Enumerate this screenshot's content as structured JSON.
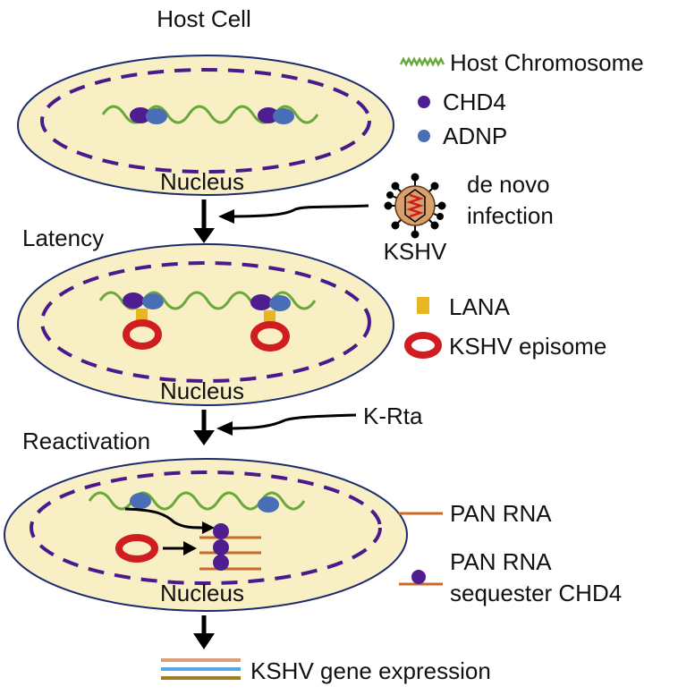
{
  "title": "Host Cell",
  "stages": {
    "latency": "Latency",
    "reactivation": "Reactivation"
  },
  "nucleus_label": "Nucleus",
  "virus": {
    "name": "KSHV",
    "process_line1": "de novo",
    "process_line2": "infection"
  },
  "krta_label": "K-Rta",
  "legend": {
    "host_chromosome": "Host Chromosome",
    "chd4": "CHD4",
    "adnp": "ADNP",
    "lana": "LANA",
    "kshv_episome": "KSHV episome",
    "pan_rna": "PAN RNA",
    "pan_rna_seq_line1": "PAN RNA",
    "pan_rna_seq_line2": "sequester CHD4"
  },
  "outcome": "KSHV gene expression",
  "colors": {
    "cell_fill": "#f8f0c4",
    "cell_stroke": "#1c2a6e",
    "nucleus_dash": "#4a1a8c",
    "chromosome": "#6aa83a",
    "chd4": "#4f1d8f",
    "adnp": "#4a6eb5",
    "lana": "#e8b623",
    "episome": "#d01d20",
    "pan_rna": "#c86a2a",
    "virus_body": "#d9a06e",
    "expr_line1": "#d9a077",
    "expr_line2": "#5aa6e0",
    "expr_line3": "#a07d22"
  }
}
